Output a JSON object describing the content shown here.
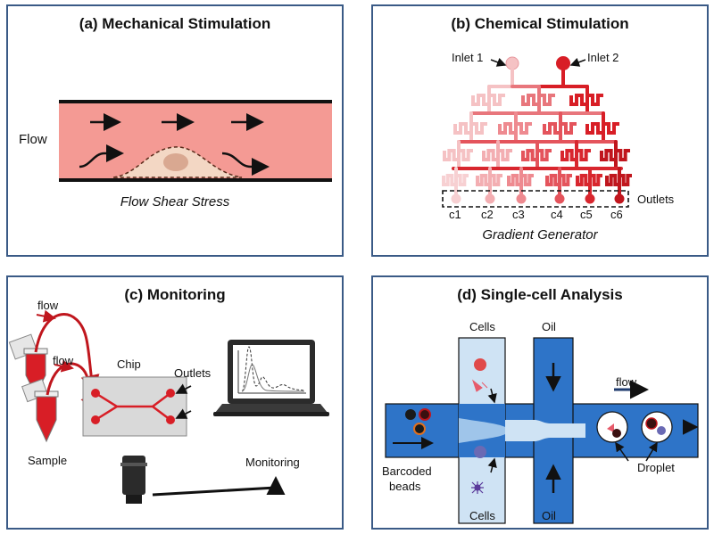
{
  "panels": {
    "a": {
      "title": "(a)  Mechanical Stimulation",
      "flow_label": "Flow",
      "caption": "Flow Shear Stress"
    },
    "b": {
      "title": "(b)  Chemical Stimulation",
      "inlet1": "Inlet 1",
      "inlet2": "Inlet 2",
      "outlets": "Outlets",
      "channels": [
        "c1",
        "c2",
        "c3",
        "c4",
        "c5",
        "c6"
      ],
      "caption": "Gradient Generator"
    },
    "c": {
      "title": "(c)  Monitoring",
      "flow1": "flow",
      "flow2": "flow",
      "chip": "Chip",
      "outlets": "Outlets",
      "sample": "Sample",
      "monitoring": "Monitoring"
    },
    "d": {
      "title": "(d)  Single-cell Analysis",
      "cells_top": "Cells",
      "oil_top": "Oil",
      "flow": "flow",
      "barcoded": "Barcoded",
      "beads": "beads",
      "droplet": "Droplet",
      "cells_bottom": "Cells",
      "oil_bottom": "Oil"
    }
  },
  "colors": {
    "panel_border": "#3a5a86",
    "flow_channel": "#f49a94",
    "dark_red": "#c0161d",
    "light_pink": "#f5c2c4",
    "blue_channel": "#2e74c8",
    "light_blue": "#cfe3f4"
  }
}
